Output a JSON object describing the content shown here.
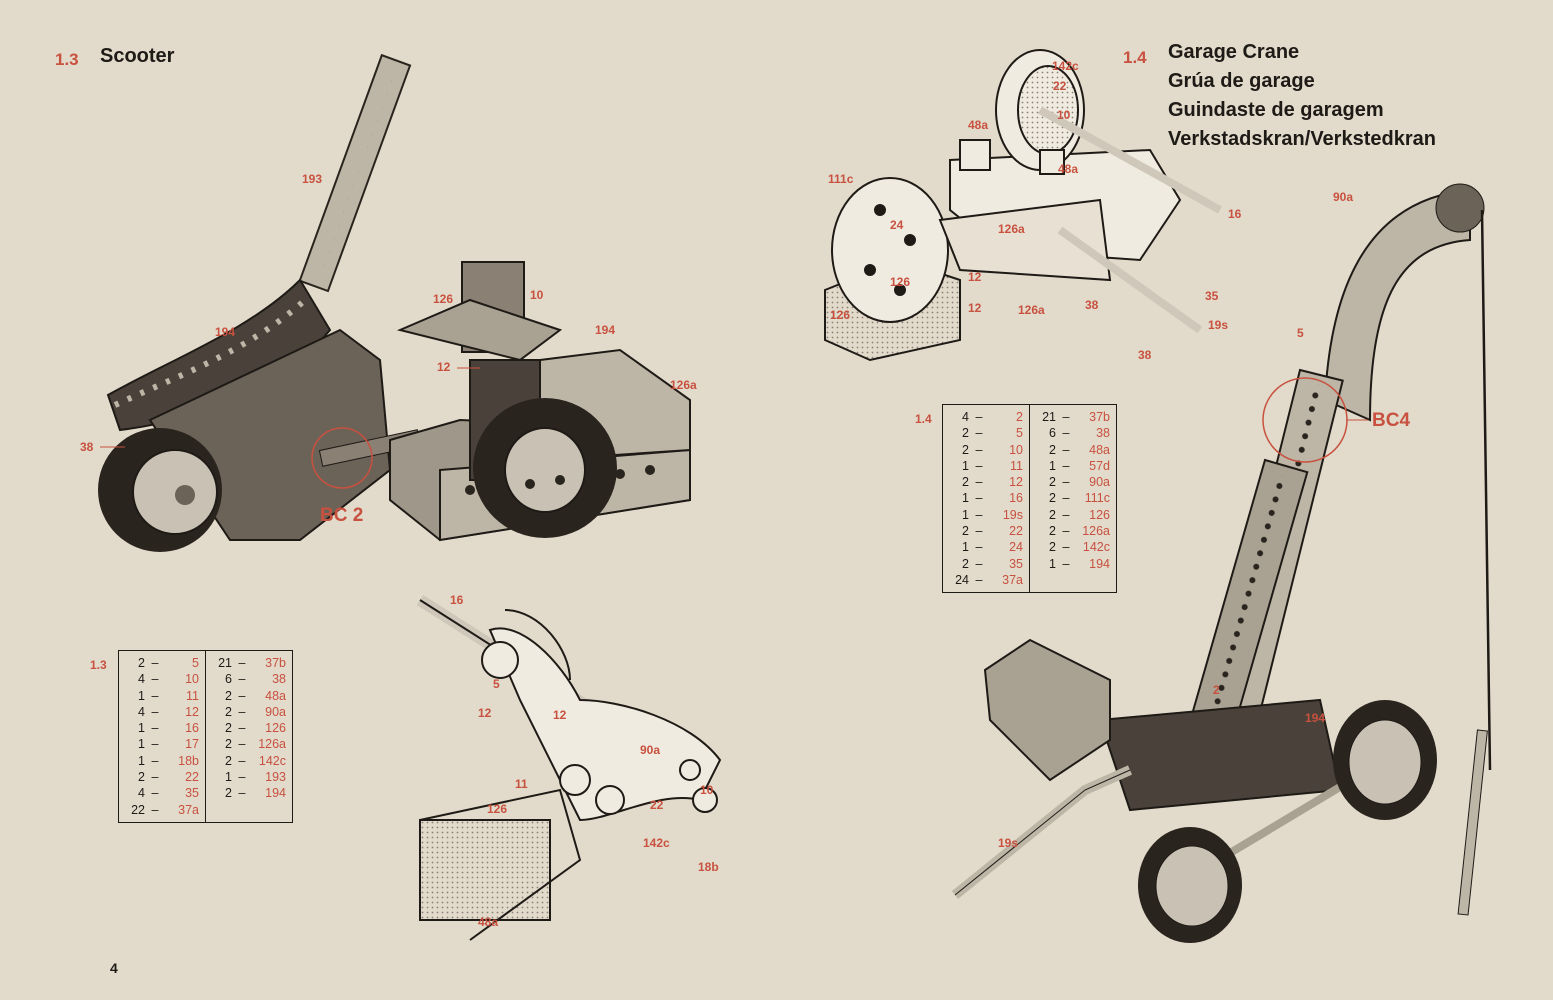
{
  "page_number": "4",
  "scooter": {
    "number": "1.3",
    "title": "Scooter",
    "callouts": [
      "193",
      "194",
      "126",
      "10",
      "194",
      "12",
      "126a",
      "38"
    ],
    "bc": "BC 2",
    "detail_callouts": [
      "16",
      "5",
      "12",
      "12",
      "90a",
      "11",
      "126",
      "22",
      "10",
      "142c",
      "18b",
      "48a"
    ],
    "table_label": "1.3",
    "parts_left": [
      {
        "q": "2",
        "p": "5"
      },
      {
        "q": "4",
        "p": "10"
      },
      {
        "q": "1",
        "p": "11"
      },
      {
        "q": "4",
        "p": "12"
      },
      {
        "q": "1",
        "p": "16"
      },
      {
        "q": "1",
        "p": "17"
      },
      {
        "q": "1",
        "p": "18b"
      },
      {
        "q": "2",
        "p": "22"
      },
      {
        "q": "4",
        "p": "35"
      },
      {
        "q": "22",
        "p": "37a"
      }
    ],
    "parts_right": [
      {
        "q": "21",
        "p": "37b"
      },
      {
        "q": "6",
        "p": "38"
      },
      {
        "q": "2",
        "p": "48a"
      },
      {
        "q": "2",
        "p": "90a"
      },
      {
        "q": "2",
        "p": "126"
      },
      {
        "q": "2",
        "p": "126a"
      },
      {
        "q": "2",
        "p": "142c"
      },
      {
        "q": "1",
        "p": "193"
      },
      {
        "q": "2",
        "p": "194"
      }
    ]
  },
  "crane": {
    "number": "1.4",
    "titles": [
      "Garage Crane",
      "Grúa de garage",
      "Guindaste de garagem",
      "Verkstadskran/Verkstedkran"
    ],
    "top_callouts": [
      "142c",
      "22",
      "10",
      "48a",
      "48a",
      "111c",
      "24",
      "126a",
      "16",
      "126",
      "12",
      "12",
      "126a",
      "38",
      "35",
      "19s",
      "38",
      "126"
    ],
    "callouts": [
      "90a",
      "5",
      "2",
      "194",
      "19s"
    ],
    "bc": "BC4",
    "table_label": "1.4",
    "parts_left": [
      {
        "q": "4",
        "p": "2"
      },
      {
        "q": "2",
        "p": "5"
      },
      {
        "q": "2",
        "p": "10"
      },
      {
        "q": "1",
        "p": "11"
      },
      {
        "q": "2",
        "p": "12"
      },
      {
        "q": "1",
        "p": "16"
      },
      {
        "q": "1",
        "p": "19s"
      },
      {
        "q": "2",
        "p": "22"
      },
      {
        "q": "1",
        "p": "24"
      },
      {
        "q": "2",
        "p": "35"
      },
      {
        "q": "24",
        "p": "37a"
      }
    ],
    "parts_right": [
      {
        "q": "21",
        "p": "37b"
      },
      {
        "q": "6",
        "p": "38"
      },
      {
        "q": "2",
        "p": "48a"
      },
      {
        "q": "1",
        "p": "57d"
      },
      {
        "q": "2",
        "p": "90a"
      },
      {
        "q": "2",
        "p": "111c"
      },
      {
        "q": "2",
        "p": "126"
      },
      {
        "q": "2",
        "p": "126a"
      },
      {
        "q": "2",
        "p": "142c"
      },
      {
        "q": "1",
        "p": "194"
      }
    ]
  }
}
